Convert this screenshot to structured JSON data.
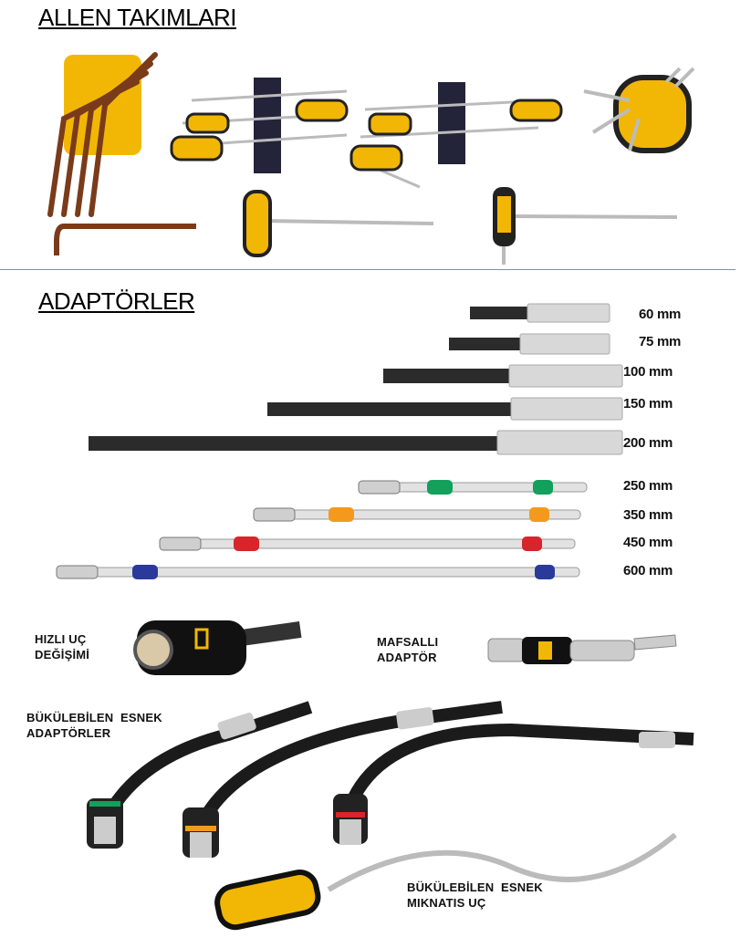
{
  "sections": {
    "allen": {
      "title": "ALLEN TAKIMLARI"
    },
    "adapters": {
      "title": "ADAPTÖRLER"
    }
  },
  "adapter_lengths": [
    "60 mm",
    "75 mm",
    "100 mm",
    "150 mm",
    "200 mm",
    "250 mm",
    "350 mm",
    "450 mm",
    "600 mm"
  ],
  "labels": {
    "quick_change": [
      "HIZLI UÇ",
      "DEĞİŞİMİ"
    ],
    "joint_adapter": [
      "MAFSALLI",
      "ADAPTÖR"
    ],
    "flex_adapters": [
      "BÜKÜLEBİLEN  ESNEK",
      "ADAPTÖRLER"
    ],
    "flex_magnet": [
      "BÜKÜLEBİLEN  ESNEK",
      "MIKNATIS UÇ"
    ]
  },
  "colors": {
    "yellow": "#f2b705",
    "black": "#1a1a1a",
    "separator": "#5b9bd5",
    "green": "#12a05a",
    "orange": "#f39a1e",
    "red": "#d8242b",
    "blue": "#2a3a9a"
  }
}
